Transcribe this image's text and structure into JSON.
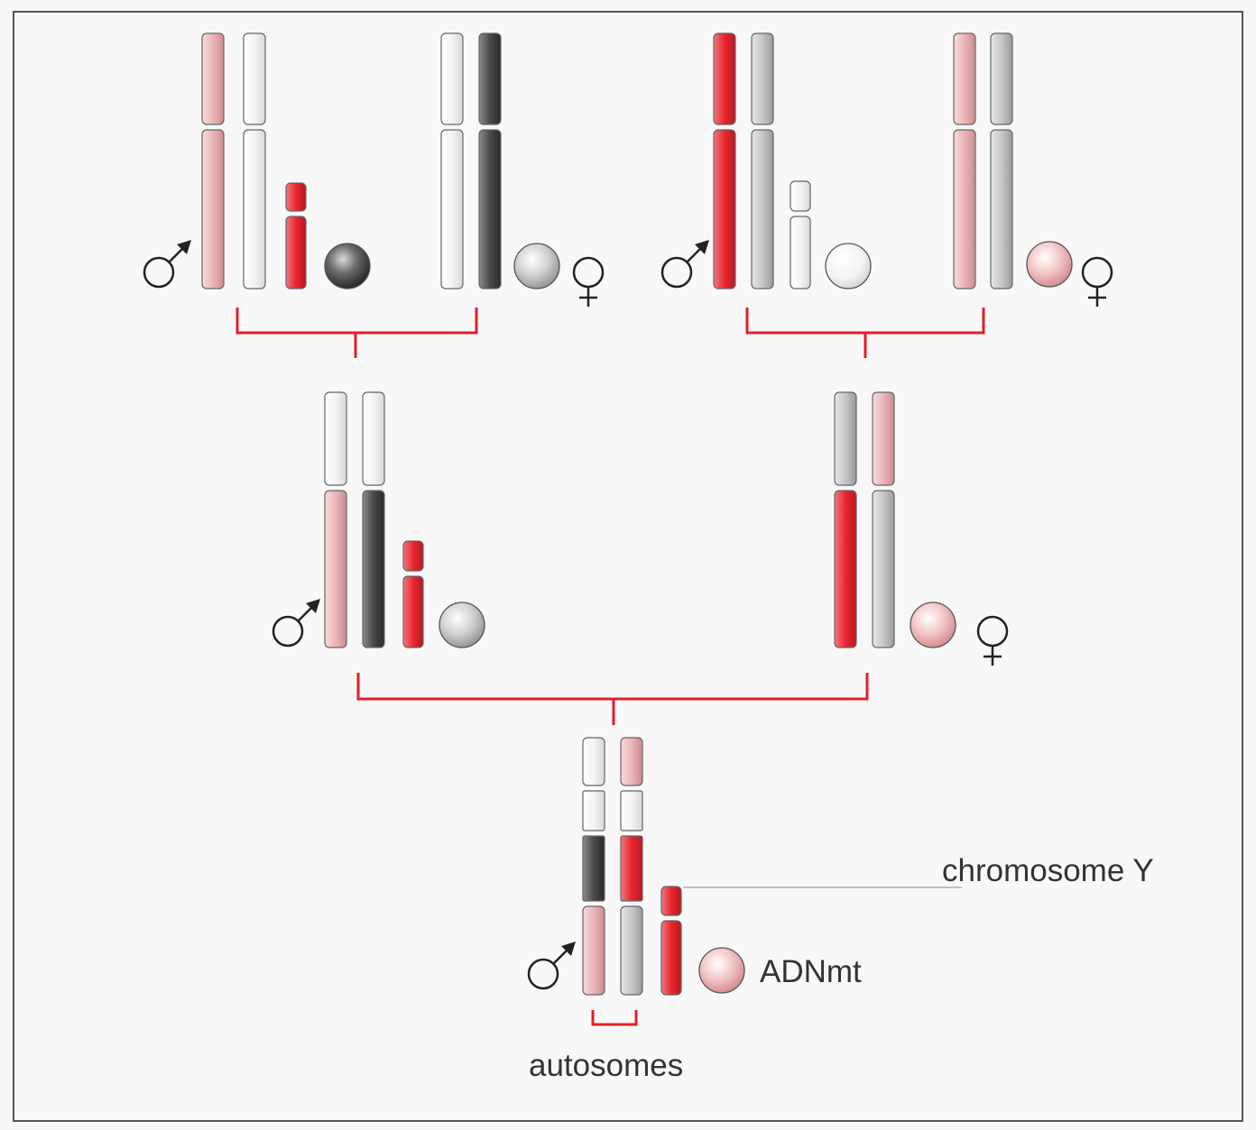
{
  "labels": {
    "chromosome_y": "chromosome Y",
    "mtdna": "ADNmt",
    "autosomes": "autosomes"
  },
  "symbols": {
    "male": "male-symbol",
    "female": "female-symbol"
  },
  "colors": {
    "red": "#e8262e",
    "pink": "#ecb5b7",
    "dark": "#4a4a4a",
    "gray": "#c7c7c7",
    "white": "#f4f4f4",
    "bracket": "#e0202a",
    "frame": "#555555"
  }
}
